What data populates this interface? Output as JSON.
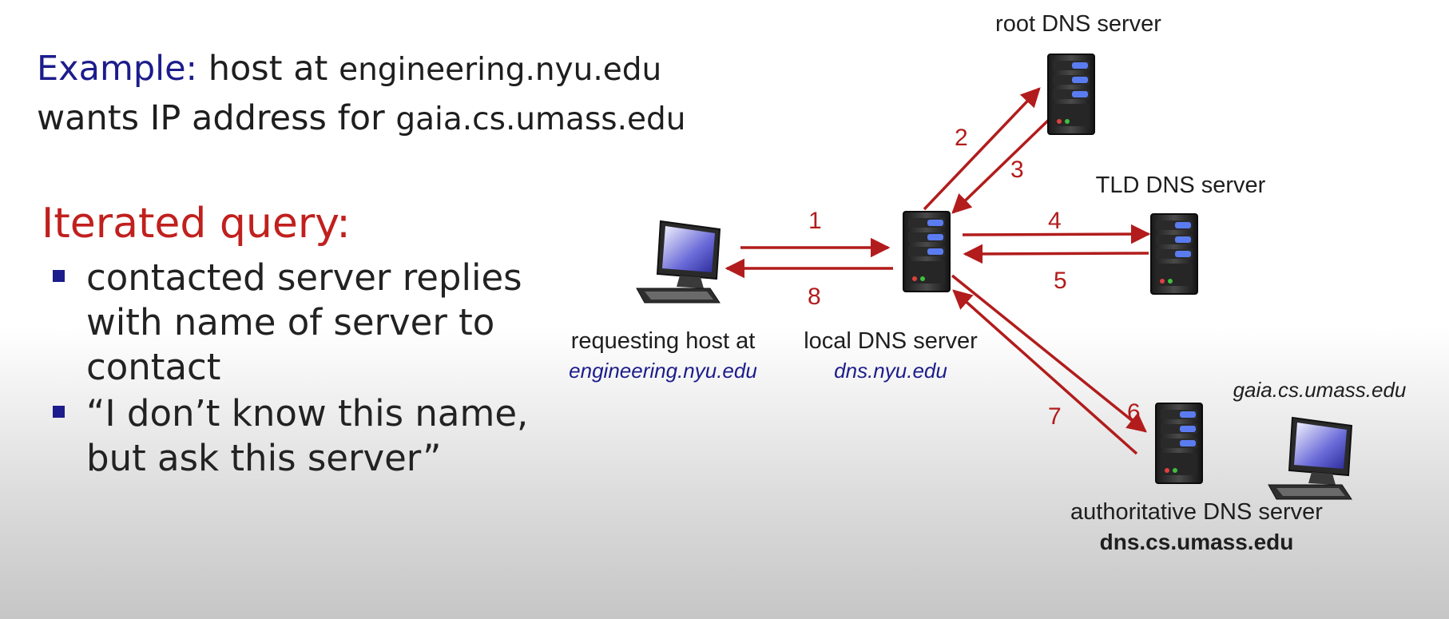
{
  "example": {
    "prefix": "Example:",
    "line1_text": "host at",
    "line1_domain": "engineering.nyu.edu",
    "line2_text": "wants IP address for",
    "line2_domain": "gaia.cs.umass.edu"
  },
  "iterated": {
    "title": "Iterated query:",
    "bullets": [
      "contacted server replies with name of server to contact",
      "“I don’t know this name, but ask this server”"
    ]
  },
  "nodes": {
    "root": {
      "label": "root DNS server"
    },
    "tld": {
      "label": "TLD DNS server"
    },
    "local": {
      "label": "local DNS server",
      "sublabel": "dns.nyu.edu"
    },
    "host": {
      "label": "requesting host at",
      "sublabel": "engineering.nyu.edu"
    },
    "auth": {
      "label": "authoritative DNS server",
      "sublabel": "dns.cs.umass.edu"
    },
    "gaia": {
      "label": "gaia.cs.umass.edu"
    }
  },
  "steps": [
    "1",
    "2",
    "3",
    "4",
    "5",
    "6",
    "7",
    "8"
  ],
  "colors": {
    "arrow": "#b21c1c",
    "accent_blue": "#1c1c8c",
    "title_red": "#c0201e"
  }
}
